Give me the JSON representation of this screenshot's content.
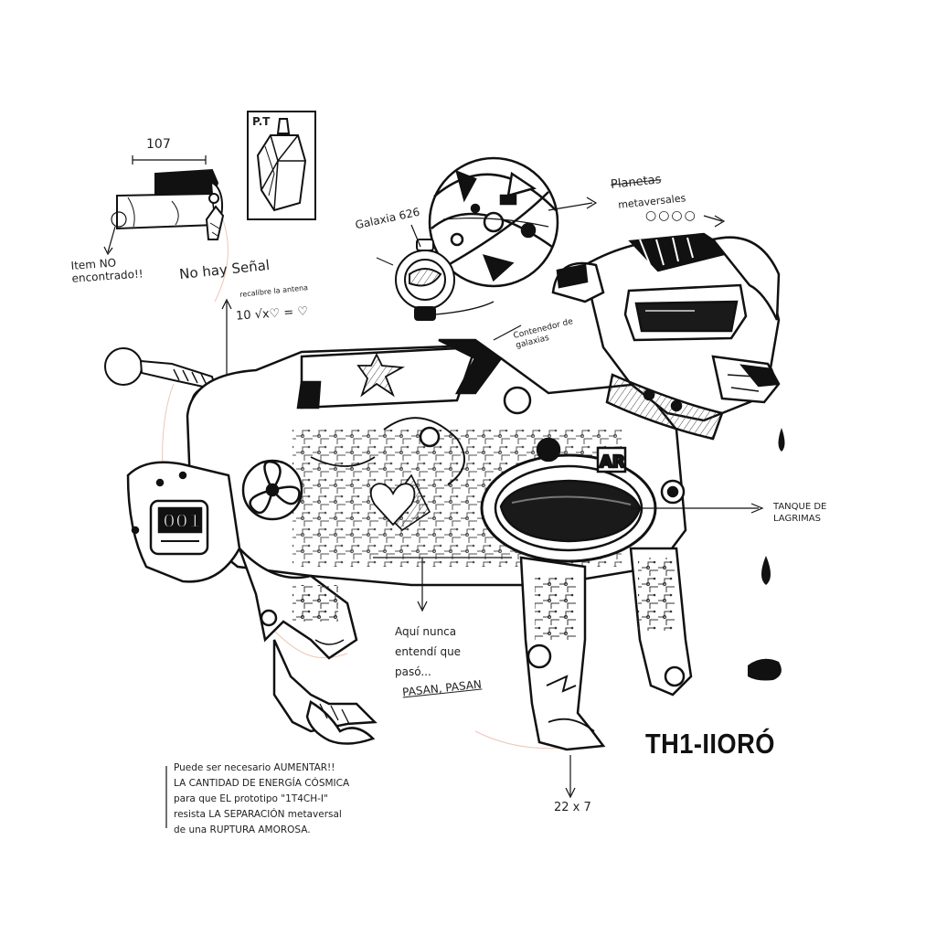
{
  "colors": {
    "ink": "#111111",
    "paper": "#ffffff",
    "shade": "#d9d9d9",
    "sketch": "#e8b9a3"
  },
  "annotations": {
    "measure_top": "107",
    "pt_label": "P.T",
    "item_not_found": "Item NO encontrado!!",
    "no_signal": "No hay Señal",
    "no_signal_sub": "recalibre la antena",
    "formula": "10 √x♡ = ♡",
    "galaxy": "Galaxia 626",
    "planets_crossed": "Planetas",
    "metaverse": "metaversales",
    "planet_dots": "○○○○",
    "galaxy_container": "Contenedor de galaxias",
    "tear_tank": "TANQUE DE LAGRIMAS",
    "never_understood": "Aquí nunca entendí que pasó...",
    "pasan": "PASAN, PASAN",
    "dimensions": "22 x 7",
    "title": "TH1-IIORÓ",
    "counter": "001",
    "chest_letters": "AR",
    "paragraph": [
      "Puede ser necesario AUMENTAR!!",
      "LA CANTIDAD DE ENERGÍA CÓSMICA",
      "para que EL prototipo \"1T4CH-I\"",
      "resista LA SEPARACIÓN metaversal",
      "de una RUPTURA AMOROSA."
    ]
  },
  "icons": [
    "collar-icon",
    "crystal-pendant-icon",
    "planet-sphere-icon",
    "small-galaxy-orb-icon",
    "star-emblem-icon",
    "fan-icon",
    "tear-drop-icon",
    "heart-icon"
  ]
}
